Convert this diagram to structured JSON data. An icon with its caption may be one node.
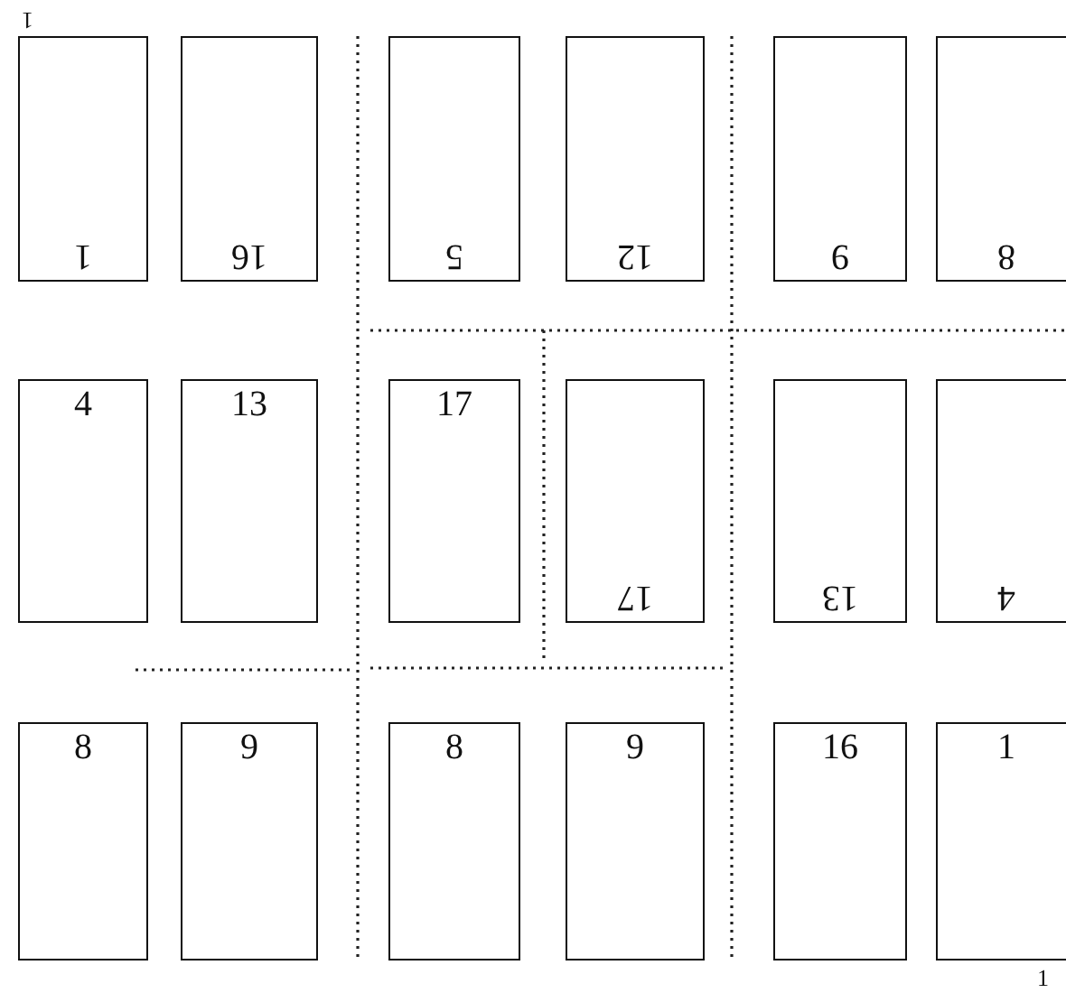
{
  "diagram": {
    "nodes": [
      {
        "text": [
          "1"
        ]
      },
      {
        "text": [
          "16"
        ]
      },
      {
        "text": [
          "5"
        ]
      },
      {
        "text": [
          "12"
        ]
      },
      {
        "text": [
          "9"
        ]
      },
      {
        "text": [
          "8"
        ]
      },
      {
        "text": [
          "4"
        ]
      },
      {
        "text": [
          "13"
        ]
      },
      {
        "text": [
          "17"
        ]
      },
      {
        "text": [
          "17"
        ]
      },
      {
        "text": [
          "13"
        ]
      },
      {
        "text": [
          "4"
        ]
      },
      {
        "text": [
          "8"
        ]
      },
      {
        "text": [
          "9"
        ]
      },
      {
        "text": [
          "8"
        ]
      },
      {
        "text": [
          "9"
        ]
      },
      {
        "text": [
          "16"
        ]
      },
      {
        "text": [
          "1"
        ]
      }
    ],
    "labels": [
      "1",
      "1"
    ]
  }
}
